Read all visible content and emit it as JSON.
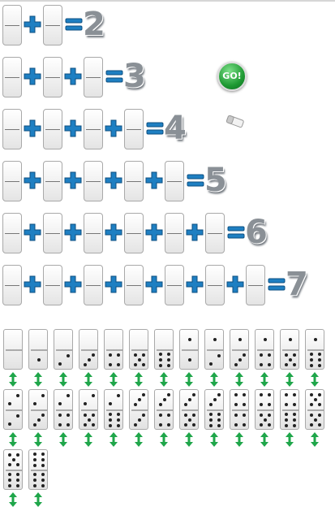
{
  "equations": [
    {
      "tiles": 2,
      "result": "2"
    },
    {
      "tiles": 3,
      "result": "3"
    },
    {
      "tiles": 4,
      "result": "4"
    },
    {
      "tiles": 5,
      "result": "5"
    },
    {
      "tiles": 6,
      "result": "6"
    },
    {
      "tiles": 7,
      "result": "7"
    }
  ],
  "controls": {
    "go_label": "GO!"
  },
  "dominoes": [
    [
      0,
      0
    ],
    [
      0,
      1
    ],
    [
      0,
      2
    ],
    [
      0,
      3
    ],
    [
      0,
      4
    ],
    [
      0,
      5
    ],
    [
      0,
      6
    ],
    [
      1,
      1
    ],
    [
      1,
      2
    ],
    [
      1,
      3
    ],
    [
      1,
      4
    ],
    [
      1,
      5
    ],
    [
      1,
      6
    ],
    [
      2,
      2
    ],
    [
      2,
      3
    ],
    [
      2,
      4
    ],
    [
      2,
      5
    ],
    [
      2,
      6
    ],
    [
      3,
      3
    ],
    [
      3,
      4
    ],
    [
      3,
      5
    ],
    [
      3,
      6
    ],
    [
      4,
      4
    ],
    [
      4,
      5
    ],
    [
      4,
      6
    ],
    [
      5,
      5
    ],
    [
      5,
      6
    ],
    [
      6,
      6
    ]
  ],
  "colors": {
    "plus": "#1e7fc2",
    "equals": "#1e7fc2",
    "arrow": "#1fa64a",
    "number": "#8a9096"
  }
}
